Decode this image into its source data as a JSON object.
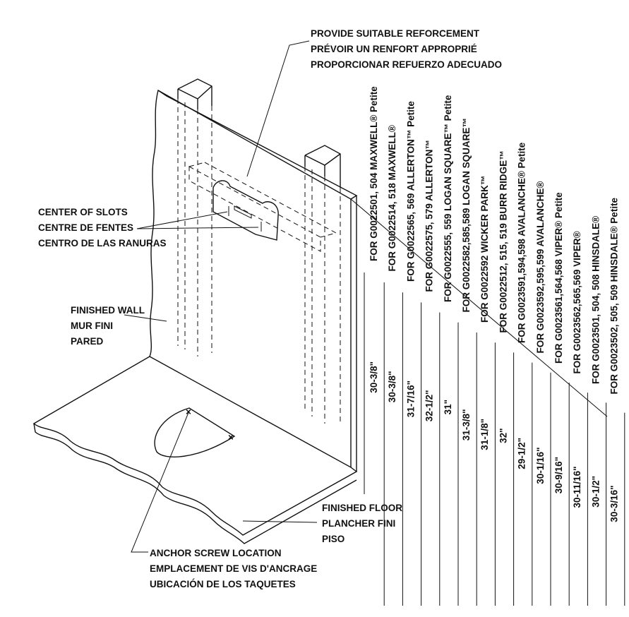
{
  "callouts": {
    "reinforcement": [
      "PROVIDE SUITABLE REFORCEMENT",
      "PRÉVOIR UN RENFORT APPROPRIÉ",
      "PROPORCIONAR REFUERZO ADECUADO"
    ],
    "slots": [
      "CENTER OF SLOTS",
      "CENTRE DE FENTES",
      "CENTRO DE LAS RANURAS"
    ],
    "wall": [
      "FINISHED WALL",
      "MUR FINI",
      "PARED"
    ],
    "floor": [
      "FINISHED FLOOR",
      "PLANCHER FINI",
      "PISO"
    ],
    "anchor": [
      "ANCHOR SCREW LOCATION",
      "EMPLACEMENT DE VIS D'ANCRAGE",
      "UBICACIÓN  DE LOS TAQUETES"
    ]
  },
  "models": [
    {
      "label": "FOR G0022501, 504 MAXWELL® Petite",
      "height": "30-3/8\""
    },
    {
      "label": "FOR G0022514, 518 MAXWELL®",
      "height": "30-3/8\""
    },
    {
      "label": "FOR G0022565, 569  ALLERTON™ Petite",
      "height": "31-7/16\""
    },
    {
      "label": "FOR G0022575, 579  ALLERTON™",
      "height": "32-1/2\""
    },
    {
      "label": "FOR G0022555, 559 LOGAN SQUARE™ Petite",
      "height": "31\""
    },
    {
      "label": "FOR G0022582,585,589 LOGAN SQUARE™",
      "height": "31-3/8\""
    },
    {
      "label": "FOR G0022592 WICKER PARK™",
      "height": "31-1/8\""
    },
    {
      "label": "FOR G0022512, 515, 519 BURR RIDGE™",
      "height": "32\""
    },
    {
      "label": "FOR G0023591,594,598 AVALANCHE® Petite",
      "height": "29-1/2\""
    },
    {
      "label": "FOR G0023592,595,599 AVALANCHE®",
      "height": "30-1/16\""
    },
    {
      "label": "FOR G0023561,564,568 VIPER® Petite",
      "height": "30-9/16\""
    },
    {
      "label": "FOR G0023562,565,569 VIPER®",
      "height": "30-11/16\""
    },
    {
      "label": "FOR G0023501, 504, 508 HINSDALE®",
      "height": "30-1/2\""
    },
    {
      "label": "FOR G0023502, 505, 509 HINSDALE® Petite",
      "height": "30-3/16\""
    }
  ]
}
